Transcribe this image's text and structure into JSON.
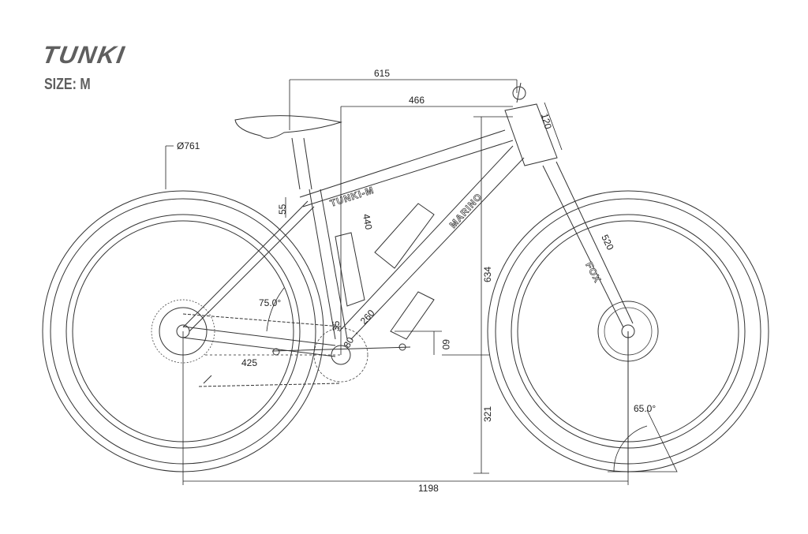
{
  "header": {
    "model": "TUNKI",
    "size": "SIZE: M"
  },
  "frame_labels": {
    "top_tube": "TUNKI-M",
    "down_tube": "MARINO",
    "fork": "FOX"
  },
  "dimensions": {
    "reach_saddle": "615",
    "reach": "466",
    "head_tube": "120",
    "wheel_diameter": "Ø761",
    "seat_offset": "55",
    "seat_tube": "440",
    "stack": "634",
    "fork_length": "520",
    "seat_angle": "75.0°",
    "down_tube": "260",
    "bb_small": "35",
    "crank_offset": "80",
    "bb_drop": "60",
    "chainstay": "425",
    "bb_height": "321",
    "head_angle": "65.0°",
    "wheelbase": "1198"
  }
}
